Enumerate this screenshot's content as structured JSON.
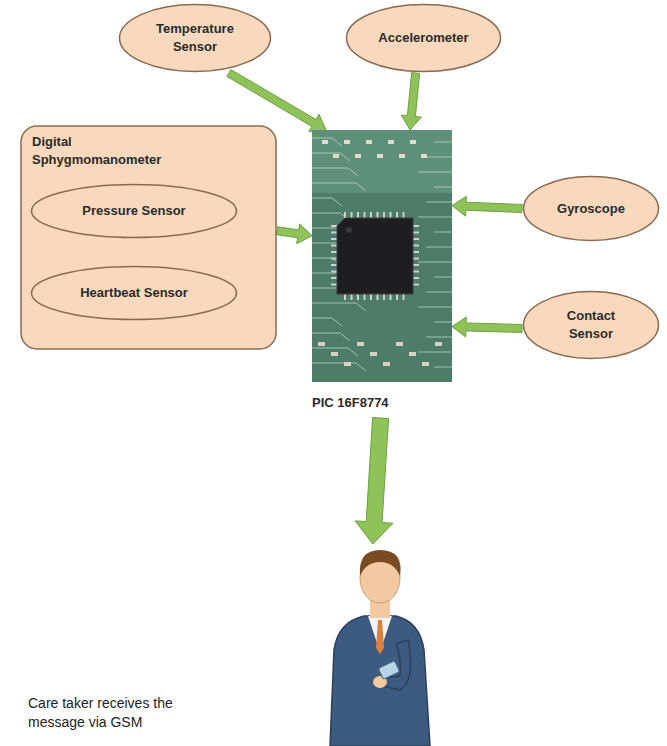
{
  "diagram": {
    "nodes": [
      {
        "text": [
          "Temperature Sensor"
        ]
      },
      {
        "text": [
          "Accelerometer"
        ]
      },
      {
        "text": [
          "Digital Sphygmomanometer"
        ]
      },
      {
        "text": [
          "Pressure Sensor"
        ],
        "in": 2
      },
      {
        "text": [
          "Heartbeat Sensor"
        ],
        "in": 2
      },
      {
        "text": [
          "PIC 16F8774"
        ]
      },
      {
        "text": [
          "Gyroscope"
        ]
      },
      {
        "text": [
          "Contact Sensor"
        ]
      },
      {
        "text": [
          "Care taker receives the message via GSM"
        ]
      }
    ],
    "edges": [
      {
        "from": 0,
        "to": 5,
        "arrow": "to"
      },
      {
        "from": 1,
        "to": 5,
        "arrow": "to"
      },
      {
        "from": 2,
        "to": 5,
        "arrow": "to"
      },
      {
        "from": 6,
        "to": 5,
        "arrow": "to"
      },
      {
        "from": 7,
        "to": 5,
        "arrow": "to"
      },
      {
        "from": 5,
        "to": 8,
        "arrow": "to"
      }
    ]
  }
}
